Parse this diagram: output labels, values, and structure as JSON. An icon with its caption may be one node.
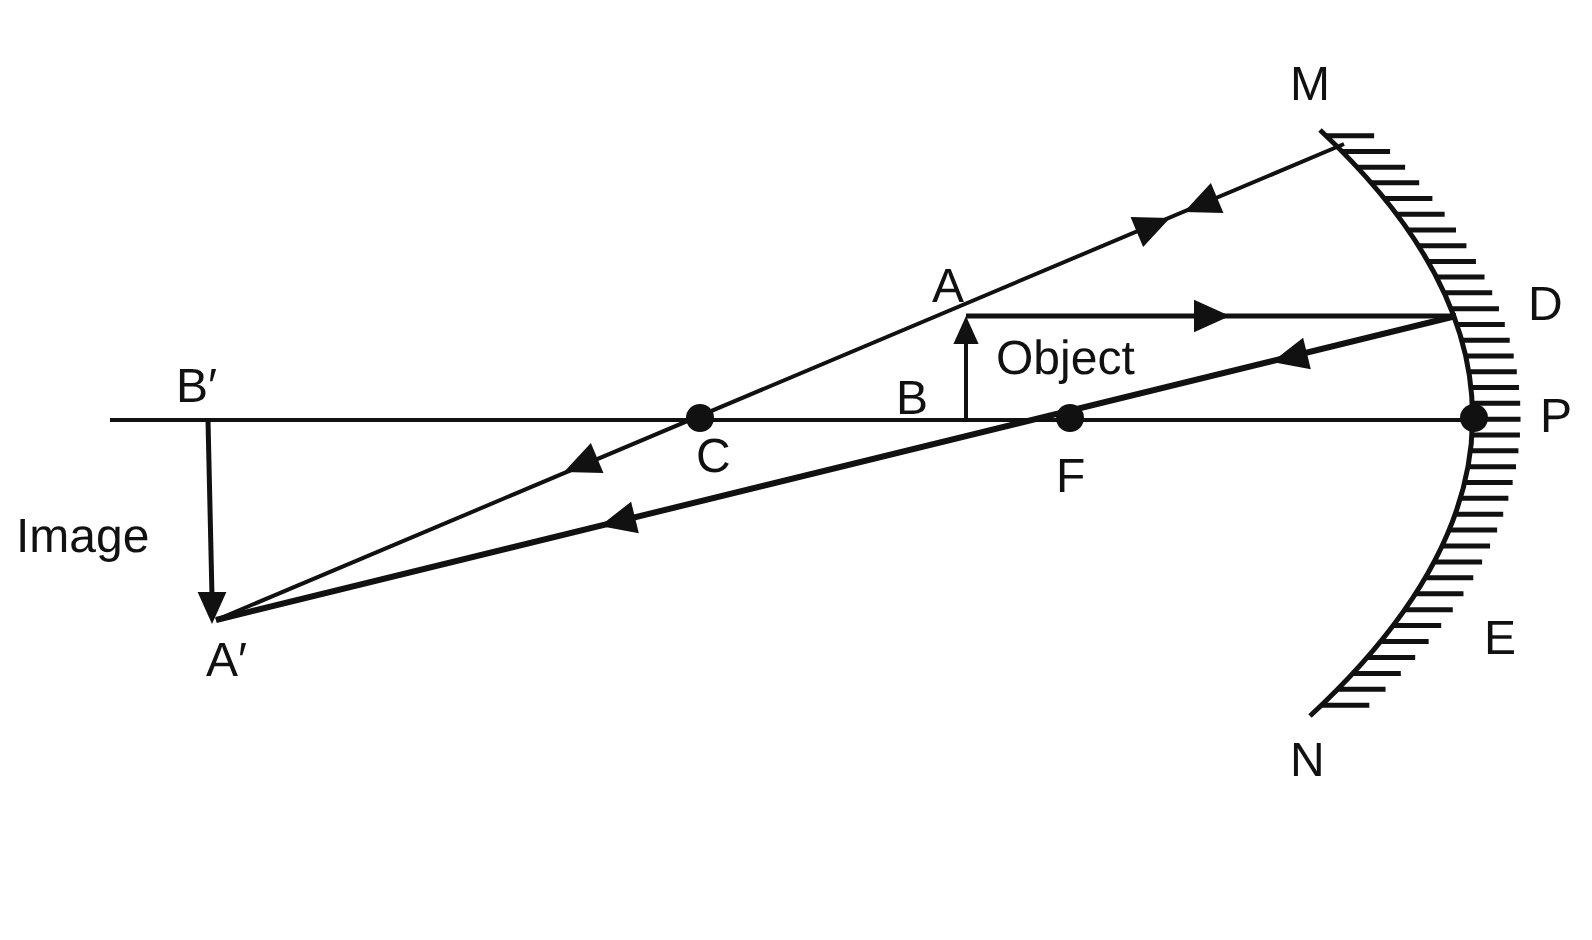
{
  "diagram": {
    "labels": [
      "M",
      "A",
      "D",
      "Object",
      "B′",
      "B",
      "P",
      "C",
      "F",
      "Image",
      "A′",
      "E",
      "N"
    ]
  }
}
